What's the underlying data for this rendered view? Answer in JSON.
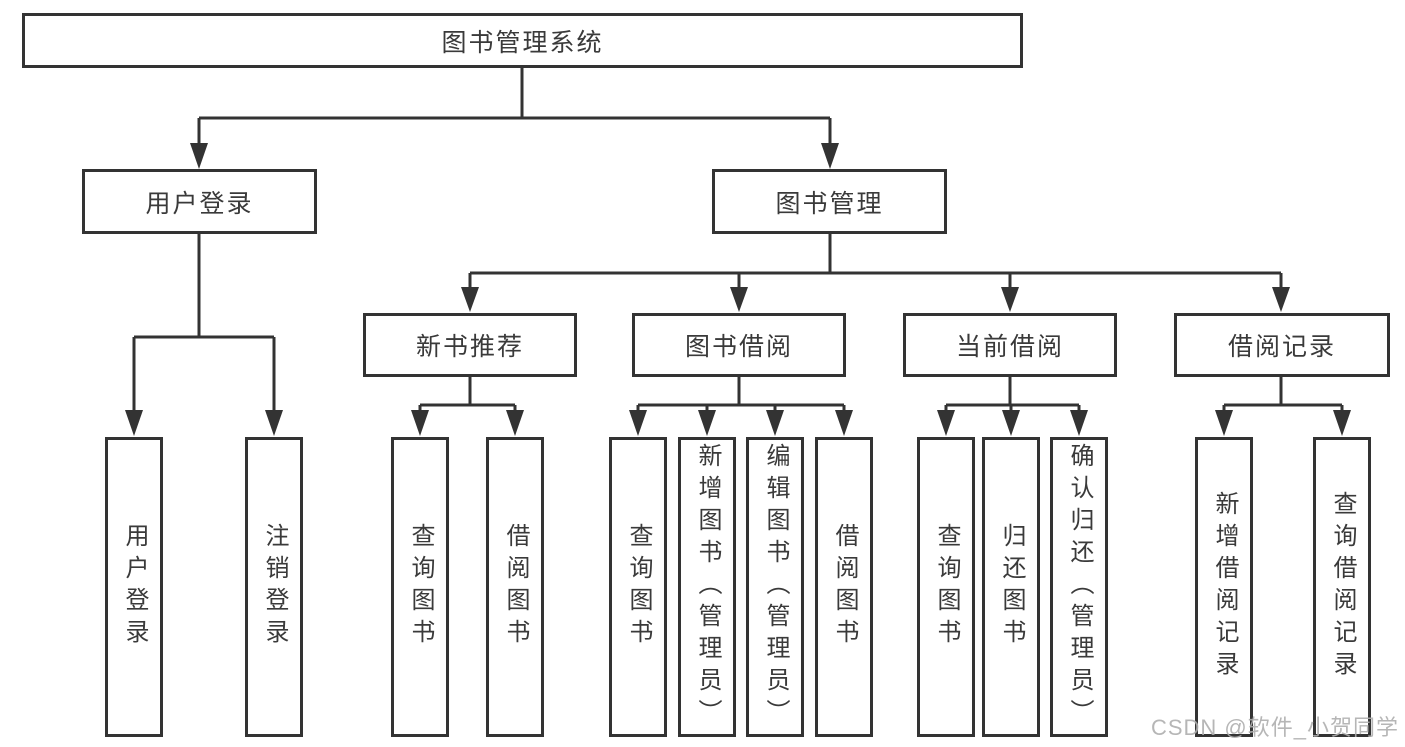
{
  "diagram": {
    "root": {
      "label": "图书管理系统"
    },
    "branches": [
      {
        "label": "用户登录",
        "children": [
          "用户登录",
          "注销登录"
        ]
      },
      {
        "label": "图书管理",
        "children": [
          {
            "label": "新书推荐",
            "children": [
              "查询图书",
              "借阅图书"
            ]
          },
          {
            "label": "图书借阅",
            "children": [
              "查询图书",
              "新增图书（管理员）",
              "编辑图书（管理员）",
              "借阅图书"
            ]
          },
          {
            "label": "当前借阅",
            "children": [
              "查询图书",
              "归还图书",
              "确认归还（管理员）"
            ]
          },
          {
            "label": "借阅记录",
            "children": [
              "新增借阅记录",
              "查询借阅记录"
            ]
          }
        ]
      }
    ]
  },
  "colors": {
    "line": "#333333",
    "text": "#3a3a3a",
    "background": "#ffffff",
    "watermark": "#aeaeae"
  },
  "watermark": "CSDN @软件_小贺同学"
}
